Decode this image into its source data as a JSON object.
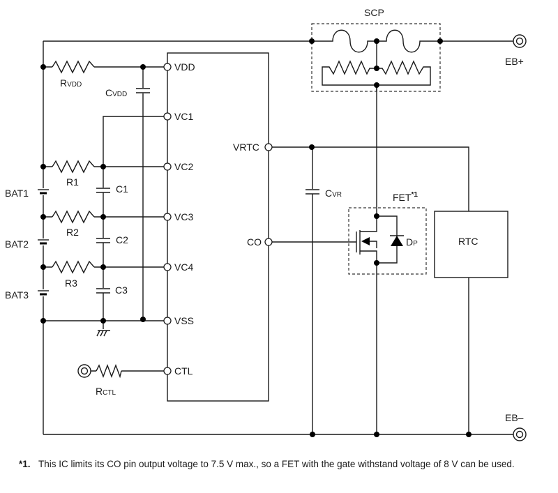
{
  "diagram": {
    "ic_pins_left": [
      "VDD",
      "VC1",
      "VC2",
      "VC3",
      "VC4",
      "VSS",
      "CTL"
    ],
    "ic_pins_right": [
      "VRTC",
      "CO"
    ],
    "labels": {
      "scp": "SCP",
      "eb_plus": "EB+",
      "eb_minus": "EB–",
      "rvdd_main": "R",
      "rvdd_sub": "VDD",
      "cvdd_main": "C",
      "cvdd_sub": "VDD",
      "r1": "R1",
      "r2": "R2",
      "r3": "R3",
      "c1": "C1",
      "c2": "C2",
      "c3": "C3",
      "bat1": "BAT1",
      "bat2": "BAT2",
      "bat3": "BAT3",
      "rctl_main": "R",
      "rctl_sub": "CTL",
      "cvr_main": "C",
      "cvr_sub": "VR",
      "fet_main": "FET",
      "fet_sup": "*1",
      "dp_main": "D",
      "dp_sub": "P",
      "rtc": "RTC"
    }
  },
  "footnote": {
    "mark": "*1.",
    "text": "This IC limits its CO pin output voltage to 7.5 V max., so a FET with the gate withstand voltage of 8 V can be used."
  }
}
